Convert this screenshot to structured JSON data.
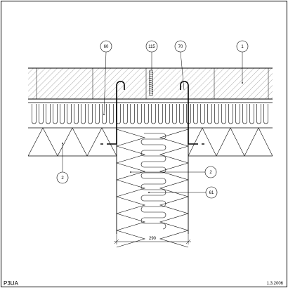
{
  "drawing": {
    "callouts": {
      "c60": "60",
      "c115": "115",
      "c70": "70",
      "c1": "1",
      "c2_left": "2",
      "c2_right": "2",
      "c61": "61"
    },
    "dimension": "290",
    "drawing_code": "P3UA",
    "date": "1.3.2006"
  }
}
